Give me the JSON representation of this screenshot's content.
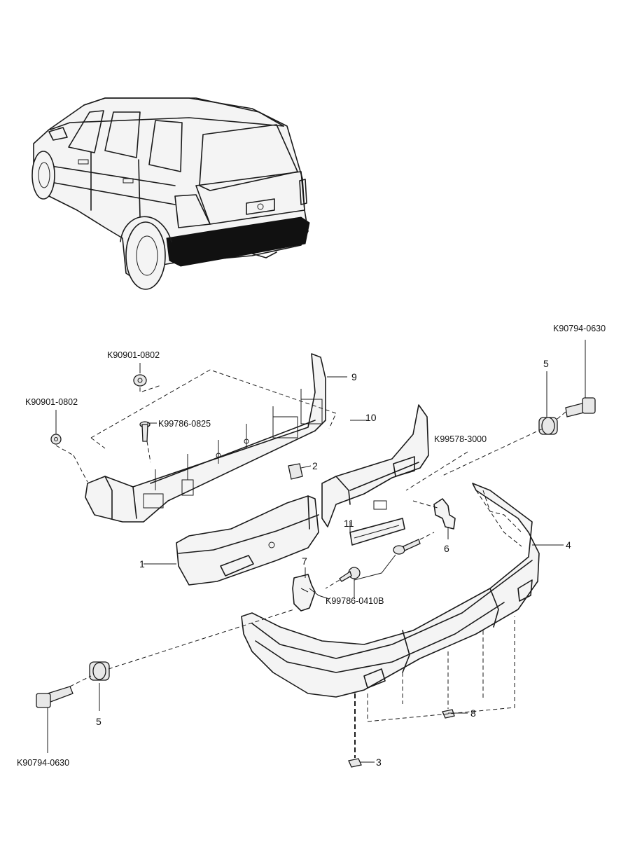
{
  "diagram": {
    "callouts": {
      "c1": "1",
      "c2": "2",
      "c3": "3",
      "c4": "4",
      "c5_top": "5",
      "c5_bottom": "5",
      "c6": "6",
      "c7": "7",
      "c8": "8",
      "c9": "9",
      "c10": "10",
      "c11": "11"
    },
    "part_numbers": {
      "nut_top": "K90901-0802",
      "nut_left": "K90901-0802",
      "clip_retainer": "K99786-0825",
      "screw_right": "K99578-3000",
      "screw_center": "K99786-0410B",
      "bolt_top_right": "K90794-0630",
      "bolt_bottom_left": "K90794-0630"
    }
  }
}
